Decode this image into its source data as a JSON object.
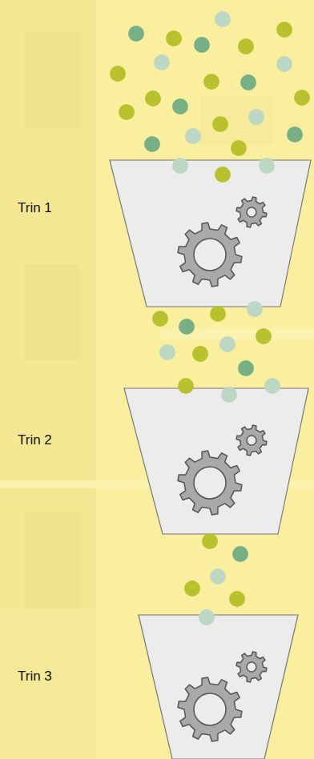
{
  "diagram": {
    "nodes": [
      {
        "text": [
          "Trin 1"
        ]
      },
      {
        "text": [
          "Trin 2"
        ]
      },
      {
        "text": [
          "Trin 3"
        ]
      }
    ]
  }
}
